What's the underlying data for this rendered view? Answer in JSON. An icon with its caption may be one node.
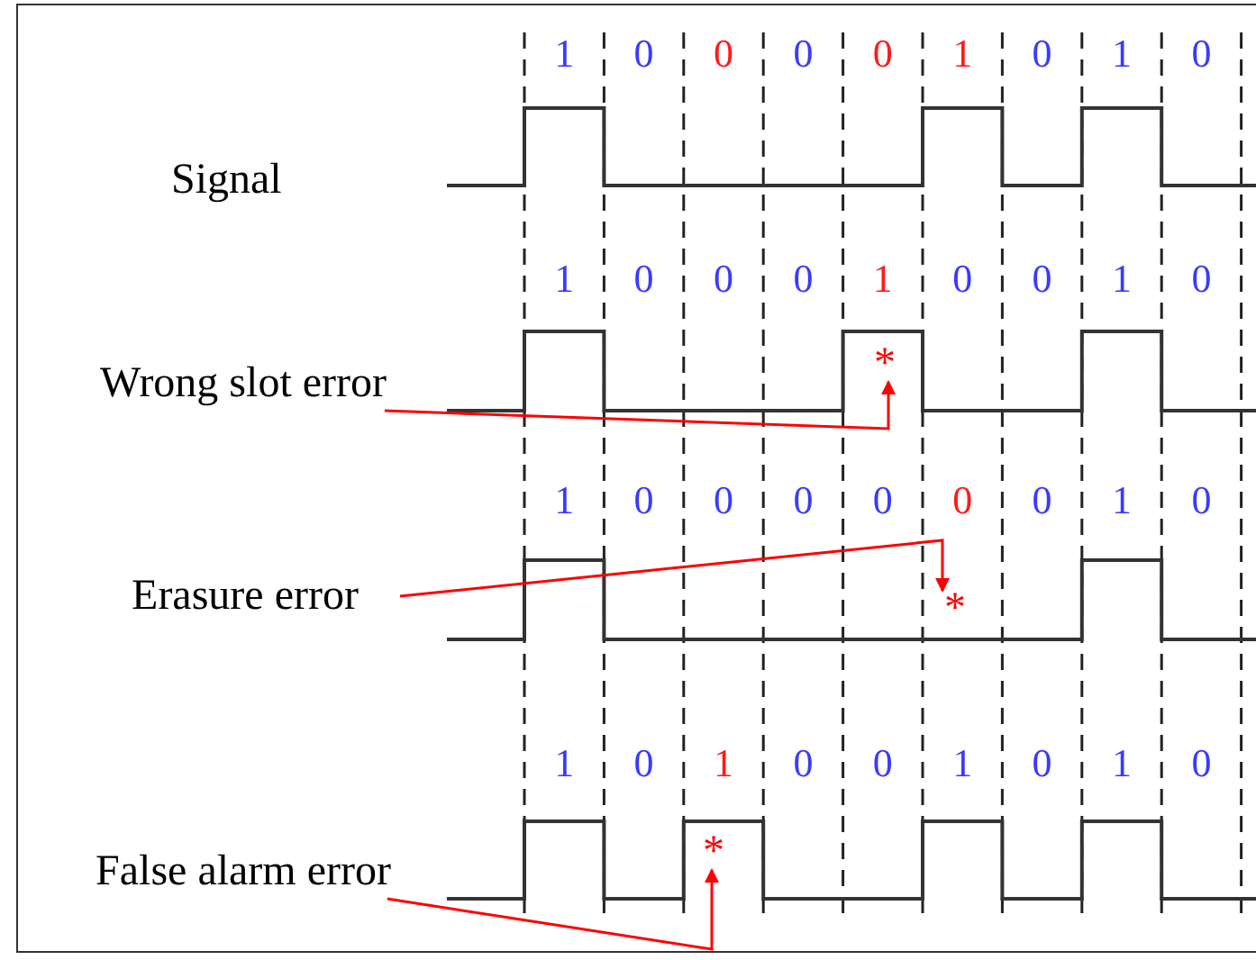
{
  "diagram": {
    "nodes": [
      {
        "text": [
          "Wrong slot error"
        ]
      },
      {
        "text": [
          "*"
        ]
      },
      {
        "text": [
          "Erasure error"
        ]
      },
      {
        "text": [
          "*"
        ]
      },
      {
        "text": [
          "False alarm error"
        ]
      },
      {
        "text": [
          "*"
        ]
      }
    ],
    "edges": [
      {
        "from": 0,
        "to": 1,
        "arrow": "to"
      },
      {
        "from": 2,
        "to": 3,
        "arrow": "to"
      },
      {
        "from": 4,
        "to": 5,
        "arrow": "to"
      }
    ],
    "labels": [
      "1",
      "0",
      "0",
      "0",
      "0",
      "1",
      "0",
      "1",
      "0",
      "Signal",
      "1",
      "0",
      "0",
      "0",
      "1",
      "0",
      "0",
      "1",
      "0",
      "1",
      "0",
      "0",
      "0",
      "0",
      "0",
      "0",
      "1",
      "0",
      "1",
      "0",
      "1",
      "0",
      "0",
      "1",
      "0",
      "1",
      "0"
    ]
  }
}
